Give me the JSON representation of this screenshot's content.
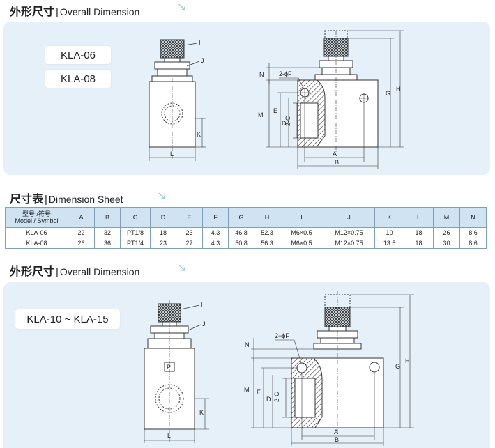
{
  "section1": {
    "title_cn": "外形尺寸",
    "separator": "|",
    "title_en": "Overall Dimension"
  },
  "panel1": {
    "models": [
      "KLA-06",
      "KLA-08"
    ],
    "labels": {
      "I": "I",
      "J": "J",
      "K": "K",
      "L": "L",
      "N": "N",
      "M": "M",
      "E": "E",
      "D": "D",
      "C2": "2-C",
      "F2": "2-ϕF",
      "A": "A",
      "B": "B",
      "G": "G",
      "H": "H"
    }
  },
  "section2": {
    "title_cn": "尺寸表",
    "separator": "|",
    "title_en": "Dimension Sheet"
  },
  "table": {
    "header_model_cn": "型号 /符号",
    "header_model_en": "Model / Symbol",
    "columns": [
      "A",
      "B",
      "C",
      "D",
      "E",
      "F",
      "G",
      "H",
      "I",
      "J",
      "K",
      "L",
      "M",
      "N"
    ],
    "rows": [
      {
        "model": "KLA-06",
        "values": [
          "22",
          "32",
          "PT1/8",
          "18",
          "23",
          "4.3",
          "46.8",
          "52.3",
          "M6×0.5",
          "M12×0.75",
          "10",
          "18",
          "26",
          "8.6"
        ]
      },
      {
        "model": "KLA-08",
        "values": [
          "26",
          "36",
          "PT1/4",
          "23",
          "27",
          "4.3",
          "50.8",
          "56.3",
          "M6×0.5",
          "M12×0.75",
          "13.5",
          "18",
          "30",
          "8.6"
        ]
      }
    ]
  },
  "section3": {
    "title_cn": "外形尺寸",
    "separator": "|",
    "title_en": "Overall Dimension"
  },
  "panel2": {
    "model_range": "KLA-10 ~ KLA-15",
    "labels": {
      "I": "I",
      "J": "J",
      "P": "P",
      "K": "K",
      "L": "L",
      "N": "N",
      "M": "M",
      "E": "E",
      "D": "D",
      "C2": "2-C",
      "F2": "2−ϕF",
      "A": "A",
      "B": "B",
      "G": "G",
      "H": "H"
    }
  },
  "colors": {
    "panel_bg": "#e6f0f8",
    "header_bg": "#cfe3f2",
    "arrow": "#9bc8e3",
    "hatch": "#333333"
  }
}
